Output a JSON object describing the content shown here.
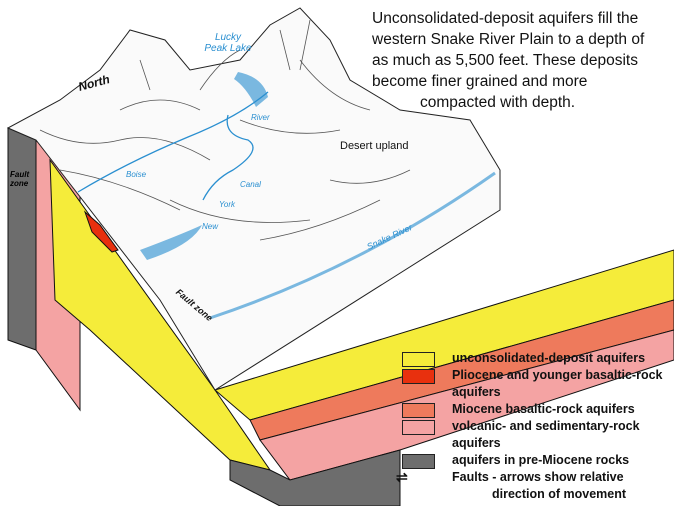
{
  "caption": [
    "Unconsolidated-deposit aquifers fill the",
    "western Snake River Plain to a depth of",
    "as much as 5,500 feet.  These deposits",
    "become finer grained and more",
    "compacted with depth."
  ],
  "labels": {
    "north": "North",
    "lake": "Lucky Peak Lake",
    "boise": "Boise",
    "river": "River",
    "new": "New",
    "york": "York",
    "canal": "Canal",
    "desert": "Desert upland",
    "snake": "Snake River",
    "fault1": "Fault zone",
    "fault2": "Fault zone"
  },
  "legend": [
    {
      "label": "unconsolidated-deposit aquifers",
      "color": "#f5ec3a"
    },
    {
      "label": "Pliocene and younger basaltic-rock aquifers",
      "color": "#e8300e"
    },
    {
      "label": "Miocene basaltic-rock aquifers",
      "color": "#ee7a5c"
    },
    {
      "label": "volcanic- and sedimentary-rock aquifers",
      "color": "#f4a3a3"
    },
    {
      "label": "aquifers in pre-Miocene rocks",
      "color": "#6d6d6d"
    }
  ],
  "faults_label": "Faults - arrows show relative",
  "faults_label2": "direction of movement"
}
